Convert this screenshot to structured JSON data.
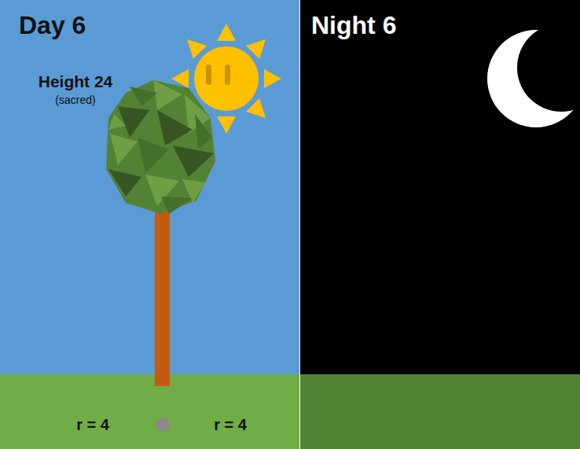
{
  "diagram": {
    "labels": [
      "Day 6",
      "Night 6",
      "Height 24",
      "(sacred)",
      "r = 4",
      "r = 4"
    ]
  }
}
